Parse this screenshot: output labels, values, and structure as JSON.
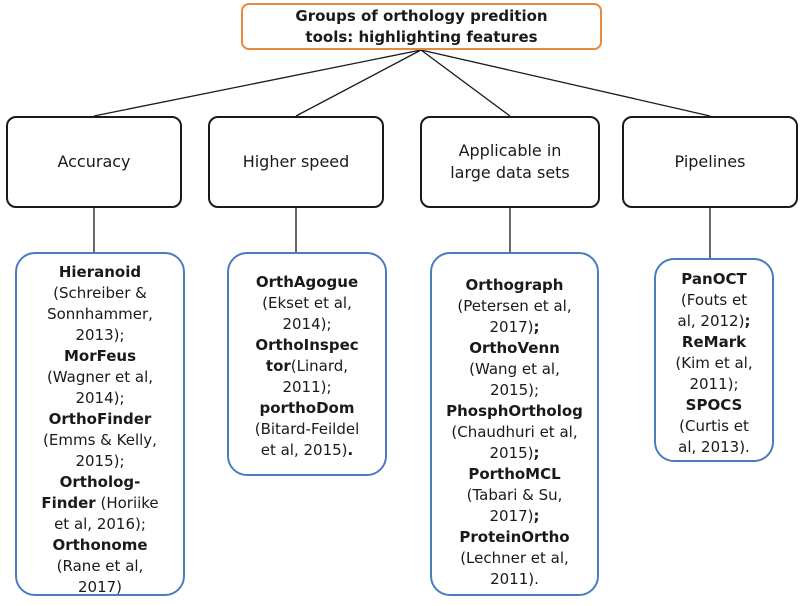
{
  "root": {
    "lines": [
      "Groups of orthology predition",
      "tools: highlighting features"
    ]
  },
  "categories": [
    {
      "lines": [
        "Accuracy"
      ],
      "tools": [
        [
          {
            "t": "Hieranoid",
            "b": true
          }
        ],
        [
          {
            "t": "(Schreiber &",
            "b": false
          }
        ],
        [
          {
            "t": "Sonnhammer,",
            "b": false
          }
        ],
        [
          {
            "t": "2013);",
            "b": false
          }
        ],
        [
          {
            "t": "MorFeus",
            "b": true
          }
        ],
        [
          {
            "t": "(Wagner et al,",
            "b": false
          }
        ],
        [
          {
            "t": "2014);",
            "b": false
          }
        ],
        [
          {
            "t": "OrthoFinder",
            "b": true
          }
        ],
        [
          {
            "t": "(Emms & Kelly,",
            "b": false
          }
        ],
        [
          {
            "t": "2015);",
            "b": false
          }
        ],
        [
          {
            "t": "Ortholog-",
            "b": true
          }
        ],
        [
          {
            "t": "Finder",
            "b": true
          },
          {
            "t": " (Horiike",
            "b": false
          }
        ],
        [
          {
            "t": "et al, 2016);",
            "b": false
          }
        ],
        [
          {
            "t": "Orthonome",
            "b": true
          }
        ],
        [
          {
            "t": "(Rane et al,",
            "b": false
          }
        ],
        [
          {
            "t": "2017)",
            "b": false
          }
        ]
      ]
    },
    {
      "lines": [
        "Higher speed"
      ],
      "tools": [
        [
          {
            "t": "OrthAgogue",
            "b": true
          }
        ],
        [
          {
            "t": "(Ekset et al,",
            "b": false
          }
        ],
        [
          {
            "t": "2014);",
            "b": false
          }
        ],
        [
          {
            "t": "OrthoInspec",
            "b": true
          }
        ],
        [
          {
            "t": "tor",
            "b": true
          },
          {
            "t": "(Linard,",
            "b": false
          }
        ],
        [
          {
            "t": "2011);",
            "b": false
          }
        ],
        [
          {
            "t": "porthoDom",
            "b": true
          }
        ],
        [
          {
            "t": "(Bitard-Feildel",
            "b": false
          }
        ],
        [
          {
            "t": "et al, 2015)",
            "b": false
          },
          {
            "t": ".",
            "b": true
          }
        ]
      ]
    },
    {
      "lines": [
        "Applicable in",
        "large data sets"
      ],
      "tools": [
        [
          {
            "t": "Orthograph",
            "b": true
          }
        ],
        [
          {
            "t": "(Petersen et al,",
            "b": false
          }
        ],
        [
          {
            "t": "2017)",
            "b": false
          },
          {
            "t": ";",
            "b": true
          }
        ],
        [
          {
            "t": "OrthoVenn",
            "b": true
          }
        ],
        [
          {
            "t": "(Wang et al,",
            "b": false
          }
        ],
        [
          {
            "t": "2015);",
            "b": false
          }
        ],
        [
          {
            "t": "PhosphOrtholog",
            "b": true
          }
        ],
        [
          {
            "t": "(Chaudhuri et al,",
            "b": false
          }
        ],
        [
          {
            "t": "2015)",
            "b": false
          },
          {
            "t": ";",
            "b": true
          }
        ],
        [
          {
            "t": "PorthoMCL",
            "b": true
          }
        ],
        [
          {
            "t": "(Tabari & Su,",
            "b": false
          }
        ],
        [
          {
            "t": "2017)",
            "b": false
          },
          {
            "t": ";",
            "b": true
          }
        ],
        [
          {
            "t": "ProteinOrtho",
            "b": true
          }
        ],
        [
          {
            "t": "(Lechner et al,",
            "b": false
          }
        ],
        [
          {
            "t": "2011).",
            "b": false
          }
        ]
      ]
    },
    {
      "lines": [
        "Pipelines"
      ],
      "tools": [
        [
          {
            "t": "PanOCT",
            "b": true
          }
        ],
        [
          {
            "t": "(Fouts et",
            "b": false
          }
        ],
        [
          {
            "t": "al, 2012)",
            "b": false
          },
          {
            "t": ";",
            "b": true
          }
        ],
        [
          {
            "t": "ReMark",
            "b": true
          }
        ],
        [
          {
            "t": "(Kim et al,",
            "b": false
          }
        ],
        [
          {
            "t": "2011);",
            "b": false
          }
        ],
        [
          {
            "t": "SPOCS",
            "b": true
          }
        ],
        [
          {
            "t": "(Curtis et",
            "b": false
          }
        ],
        [
          {
            "t": "al, 2013).",
            "b": false
          }
        ]
      ]
    }
  ],
  "colors": {
    "root_border": "#e8883a",
    "tools_border": "#4a7cc0",
    "category_border": "#1a1a1a",
    "connector": "#1a1a1a"
  }
}
